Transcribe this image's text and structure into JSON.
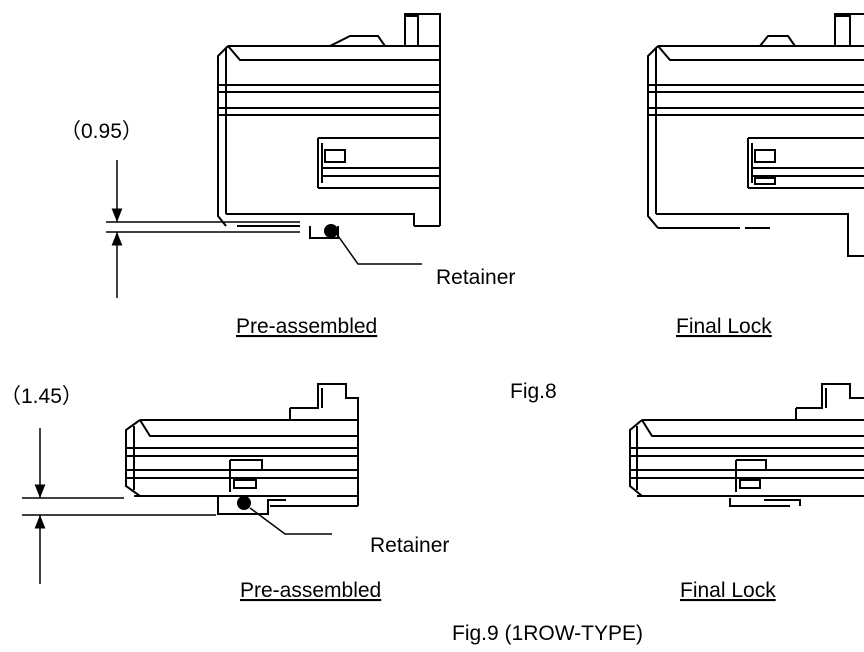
{
  "fig8": {
    "caption": "Fig.8",
    "dimension": "（0.95）",
    "retainer_label": "Retainer",
    "left_caption": "Pre-assembled",
    "right_caption": "Final Lock"
  },
  "fig9": {
    "caption": "Fig.9 (1ROW-TYPE)",
    "dimension": "（1.45）",
    "retainer_label": "Retainer",
    "left_caption": "Pre-assembled",
    "right_caption": "Final Lock"
  }
}
